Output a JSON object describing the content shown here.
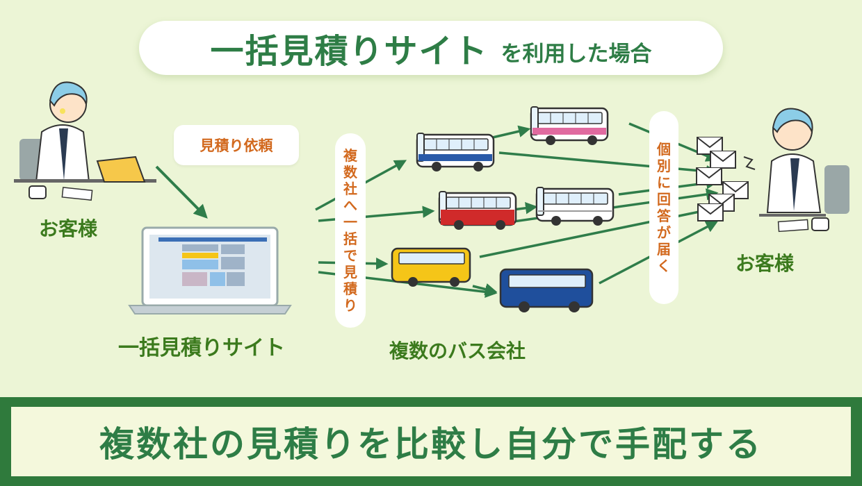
{
  "title": {
    "main": "一括見積りサイト",
    "sub": "を利用した場合"
  },
  "labels": {
    "customer_left": "お客様",
    "customer_right": "お客様",
    "site": "一括見積りサイト",
    "bus_companies": "複数のバス会社"
  },
  "bubble": {
    "request": "見積り依頼"
  },
  "vertical_notes": {
    "bulk_quote": "複数社へ一括で見積り",
    "individual_reply": "個別に回答が届く"
  },
  "bottom_message": "複数社の見積りを比較し自分で手配する",
  "colors": {
    "background": "#ecf5d6",
    "title_green": "#2e7d46",
    "orange_text": "#d2691e",
    "arrow_green": "#2f7d4a",
    "band_green": "#2f7a3c"
  },
  "buses": [
    {
      "name": "bus-blue-stripe",
      "color": "#2a5aa8"
    },
    {
      "name": "bus-pink-stripe",
      "color": "#e06aa0"
    },
    {
      "name": "bus-red",
      "color": "#d02a2a"
    },
    {
      "name": "bus-white",
      "color": "#ffffff"
    },
    {
      "name": "bus-yellow",
      "color": "#f5c518"
    },
    {
      "name": "bus-navy",
      "color": "#1f4f9c"
    }
  ]
}
